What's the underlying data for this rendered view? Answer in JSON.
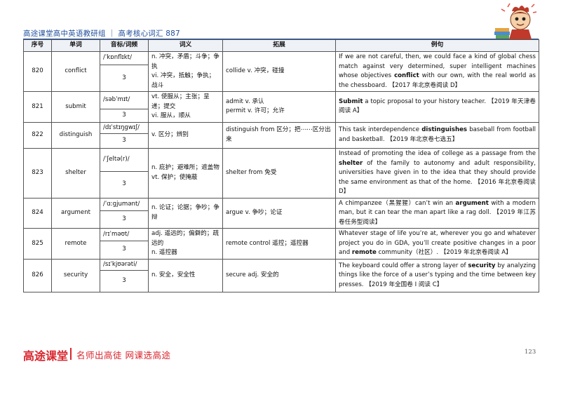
{
  "header": {
    "title": "高途课堂高中英语教研组 ｜ 高考核心词汇 887"
  },
  "table": {
    "headers": [
      "序号",
      "单词",
      "音标/词频",
      "词义",
      "拓展",
      "例句"
    ],
    "rows": [
      {
        "num": "820",
        "word": "conflict",
        "phonetic": "/ˈkɒnflɪkt/",
        "freq": "3",
        "meaning": [
          "n. 冲突，矛盾；斗争；争执",
          "vi. 冲突，抵触；争执；战斗"
        ],
        "extension": [
          "collide   v. 冲突，碰撞"
        ],
        "example": {
          "before": "If we are not careful, then, we could face a kind of global chess match against very determined, super intelligent machines whose objectives ",
          "keyword": "conflict",
          "after": " with our own, with the real world as the chessboard. 【2017 年北京卷阅读 D】"
        }
      },
      {
        "num": "821",
        "word": "submit",
        "phonetic": "/səbˈmɪt/",
        "freq": "3",
        "meaning": [
          "vt. 使服从；主张；呈递；提交",
          "vi. 服从，顺从"
        ],
        "extension": [
          "admit   v. 承认",
          "permit   v. 许可；允许"
        ],
        "example": {
          "before": "",
          "keyword": "Submit",
          "after": " a topic proposal to your history teacher. 【2019 年天津卷阅读 A】"
        }
      },
      {
        "num": "822",
        "word": "distinguish",
        "phonetic": "/dɪˈstɪŋɡwɪʃ/",
        "freq": "3",
        "meaning": [
          "v. 区分；辨别"
        ],
        "extension": [
          "distinguish from 区分；把⋯⋯区分出来"
        ],
        "example": {
          "before": "This task interdependence ",
          "keyword": "distinguishes",
          "after": " baseball from football and basketball. 【2019 年北京卷七选五】"
        }
      },
      {
        "num": "823",
        "word": "shelter",
        "phonetic": "/ˈʃeltə(r)/",
        "freq": "3",
        "meaning": [
          "n. 庇护；避难所；遮盖物",
          "vt. 保护；使掩蔽"
        ],
        "extension": [
          "shelter from 免受"
        ],
        "example": {
          "before": "Instead of promoting the idea of college as a passage from the ",
          "keyword": "shelter",
          "after": " of the family to autonomy and adult responsibility, universities have given in to the idea that they should provide the same environment as that of the home. 【2016 年北京卷阅读 D】"
        }
      },
      {
        "num": "824",
        "word": "argument",
        "phonetic": "/ˈɑːɡjumənt/",
        "freq": "3",
        "meaning": [
          "n. 论证；论据；争吵；争辩"
        ],
        "extension": [
          "argue   v. 争吵；论证"
        ],
        "example": {
          "before": "A chimpanzee（黑猩猩）can’t win an ",
          "keyword": "argument",
          "after": " with a modern man, but it can tear the man apart like a rag doll. 【2019 年江苏卷任务型阅读】"
        }
      },
      {
        "num": "825",
        "word": "remote",
        "phonetic": "/rɪˈməʊt/",
        "freq": "3",
        "meaning": [
          "adj. 遥远的；偏僻的；疏远的",
          "n. 遥控器"
        ],
        "extension": [
          "remote control 遥控；遥控器"
        ],
        "example": {
          "before": "Whatever stage of life you’re at, wherever you go and whatever project you do in GDA, you’ll create positive changes in a poor and ",
          "keyword": "remote",
          "after": " community（社区）. 【2019 年北京卷阅读 A】"
        }
      },
      {
        "num": "826",
        "word": "security",
        "phonetic": "/sɪˈkjʊərəti/",
        "freq": "3",
        "meaning": [
          "n. 安全，安全性"
        ],
        "extension": [
          "secure   adj. 安全的"
        ],
        "example": {
          "before": "The keyboard could offer a strong layer of ",
          "keyword": "security",
          "after": " by analyzing things like the force of a user’s typing and the time between key presses. 【2019 年全国卷 I 阅读 C】"
        }
      }
    ]
  },
  "footer": {
    "logo": "高途课堂",
    "slogan": "名师出高徒  网课选高途",
    "page_number": "123"
  },
  "icons": {
    "mascot": "cartoon-mascot-icon"
  },
  "colors": {
    "header_blue": "#1f4e9c",
    "brand_red": "#d8262e"
  }
}
